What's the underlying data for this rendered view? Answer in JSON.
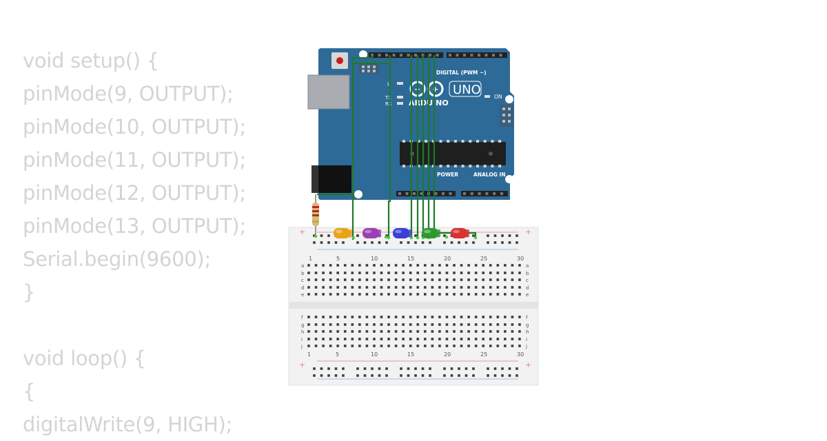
{
  "code": {
    "lines": [
      "void setup() {",
      "pinMode(9, OUTPUT);",
      "pinMode(10, OUTPUT);",
      "pinMode(11, OUTPUT);",
      "pinMode(12, OUTPUT);",
      "pinMode(13, OUTPUT);",
      "Serial.begin(9600);",
      "}",
      "",
      "void loop() {",
      "{",
      "digitalWrite(9, HIGH);"
    ]
  },
  "arduino": {
    "board_name": "UNO",
    "brand": "ARDUINO",
    "digital_label": "DIGITAL (PWM ~)",
    "analog_label": "ANALOG IN",
    "power_label": "POWER",
    "on_label": "ON",
    "tx_label": "TX",
    "rx_label": "RX",
    "l_label": "L",
    "color": "#2d6a98"
  },
  "breadboard": {
    "column_numbers": [
      "1",
      "5",
      "10",
      "15",
      "20",
      "25",
      "30"
    ],
    "row_letters_top": [
      "a",
      "b",
      "c",
      "d",
      "e"
    ],
    "row_letters_bottom": [
      "f",
      "g",
      "h",
      "i",
      "j"
    ]
  },
  "leds": [
    {
      "color": "#e8a317"
    },
    {
      "color": "#9b3fb5"
    },
    {
      "color": "#3b3fd6"
    },
    {
      "color": "#2e9a2e"
    },
    {
      "color": "#d8312f"
    }
  ],
  "wire_color": "#1e7a2a"
}
